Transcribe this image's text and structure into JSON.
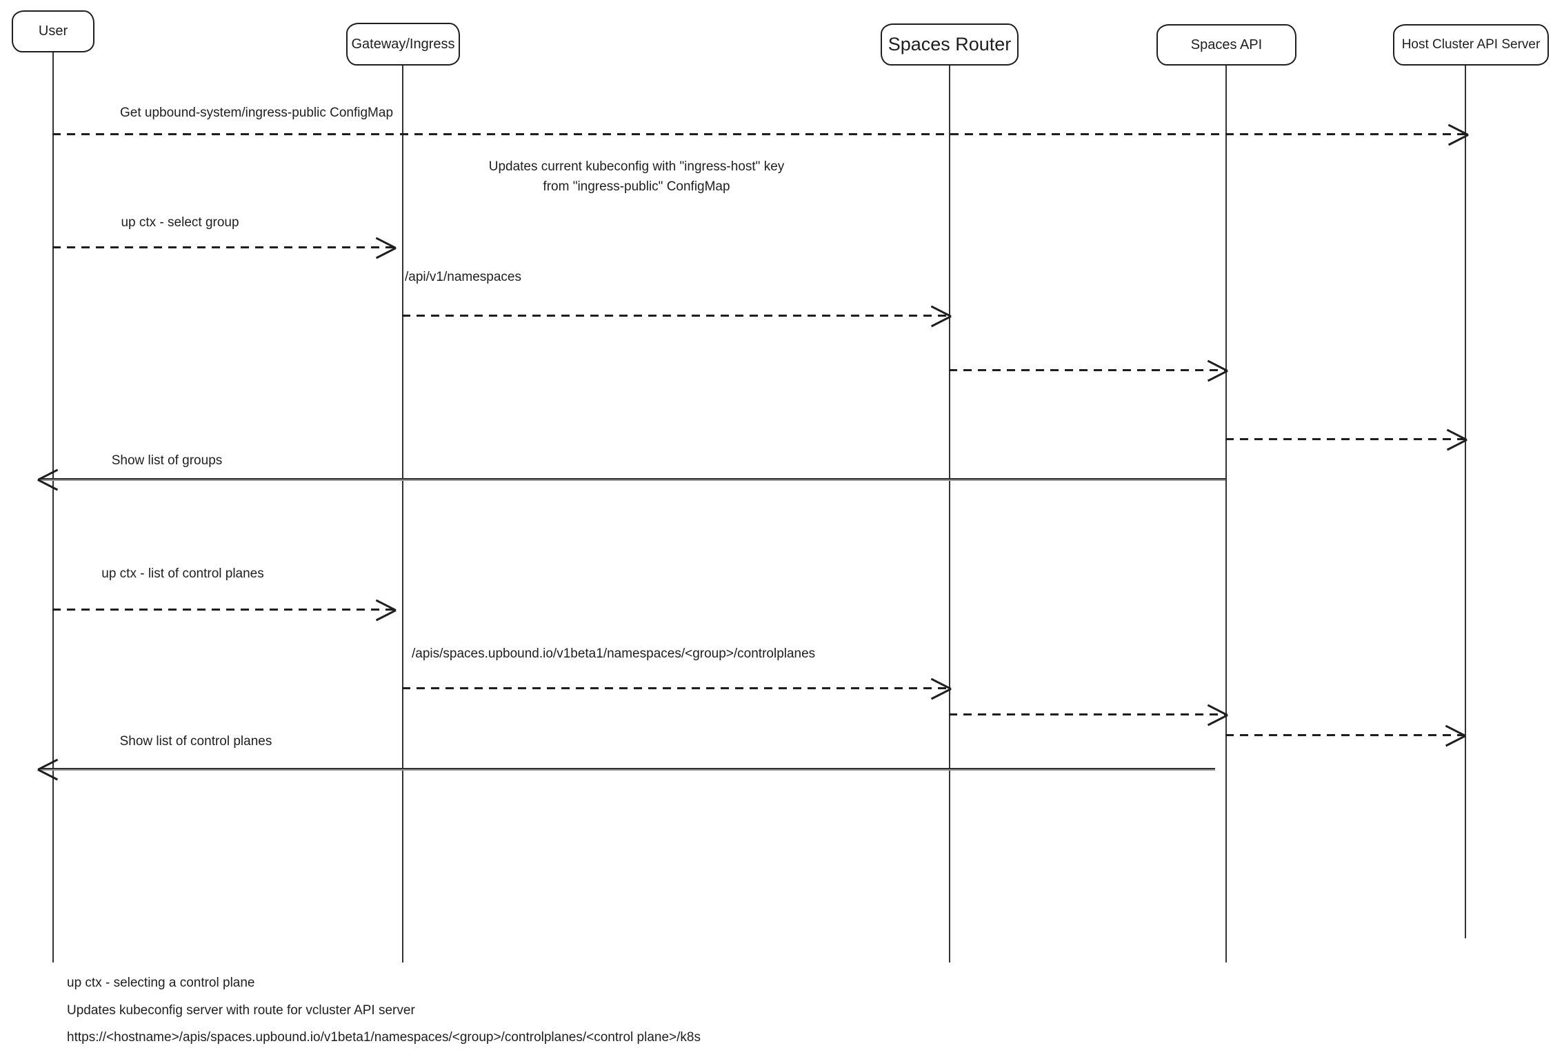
{
  "diagram": {
    "type": "sequence-diagram",
    "actors": [
      {
        "id": "user",
        "label": "User"
      },
      {
        "id": "gateway",
        "label": "Gateway/Ingress"
      },
      {
        "id": "spaces-router",
        "label": "Spaces Router"
      },
      {
        "id": "spaces-api",
        "label": "Spaces API"
      },
      {
        "id": "host-api",
        "label": "Host Cluster API Server"
      }
    ],
    "messages": [
      {
        "from": "user",
        "to": "host-api",
        "style": "dashed",
        "label": "Get upbound-system/ingress-public ConfigMap"
      },
      {
        "from": "user",
        "to": "gateway",
        "style": "dashed",
        "label": "up ctx - select group"
      },
      {
        "from": "gateway",
        "to": "spaces-router",
        "style": "dashed",
        "label": "/api/v1/namespaces"
      },
      {
        "from": "spaces-router",
        "to": "spaces-api",
        "style": "dashed",
        "label": ""
      },
      {
        "from": "spaces-api",
        "to": "host-api",
        "style": "dashed",
        "label": ""
      },
      {
        "from": "spaces-api",
        "to": "user",
        "style": "solid",
        "label": "Show list of groups"
      },
      {
        "from": "user",
        "to": "gateway",
        "style": "dashed",
        "label": "up ctx - list of control planes"
      },
      {
        "from": "gateway",
        "to": "spaces-router",
        "style": "dashed",
        "label": "/apis/spaces.upbound.io/v1beta1/namespaces/<group>/controlplanes"
      },
      {
        "from": "spaces-router",
        "to": "spaces-api",
        "style": "dashed",
        "label": ""
      },
      {
        "from": "spaces-api",
        "to": "host-api",
        "style": "dashed",
        "label": ""
      },
      {
        "from": "spaces-api",
        "to": "user",
        "style": "solid",
        "label": "Show list of control planes"
      }
    ],
    "note": {
      "line1": "Updates current kubeconfig with \"ingress-host\" key",
      "line2": "from \"ingress-public\" ConfigMap"
    },
    "footnotes": [
      "up ctx - selecting a control plane",
      "Updates kubeconfig server with route for vcluster API server",
      "https://<hostname>/apis/spaces.upbound.io/v1beta1/namespaces/<group>/controlplanes/<control plane>/k8s"
    ]
  },
  "colors": {
    "stroke": "#1e1e1e",
    "return_stroke": "#4a4a4a",
    "background": "#ffffff"
  }
}
